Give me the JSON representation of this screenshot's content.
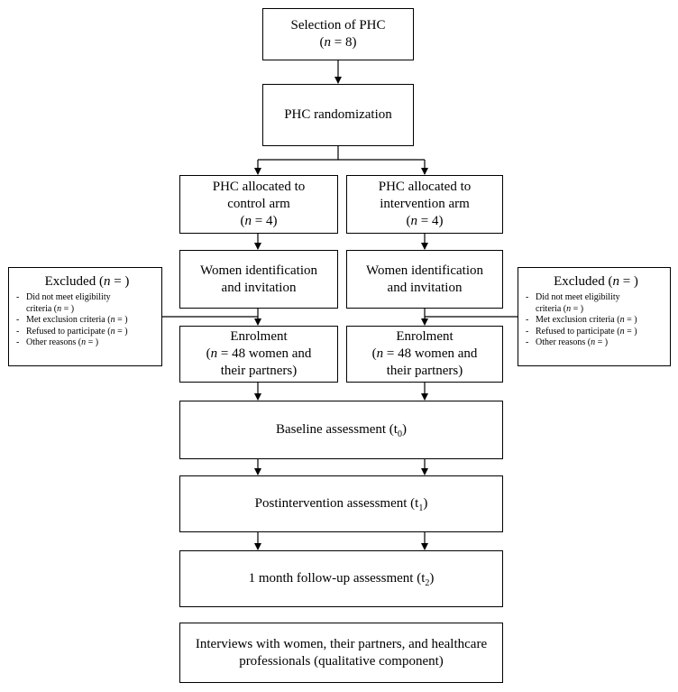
{
  "selection": {
    "title": "Selection of PHC",
    "n_label": "n",
    "n_value": " = 8"
  },
  "randomization": {
    "title": "PHC randomization"
  },
  "control_alloc": {
    "line1": "PHC allocated to",
    "line2": "control arm",
    "n_label": "n",
    "n_value": " = 4"
  },
  "intervention_alloc": {
    "line1": "PHC allocated to",
    "line2": "intervention arm",
    "n_label": "n",
    "n_value": " = 4"
  },
  "control_ident": {
    "line1": "Women identification",
    "line2": "and invitation"
  },
  "intervention_ident": {
    "line1": "Women identification",
    "line2": "and invitation"
  },
  "control_enrol": {
    "title": "Enrolment",
    "n_label": "n",
    "line2_rest": " = 48 women and",
    "line3": "their partners)"
  },
  "intervention_enrol": {
    "title": "Enrolment",
    "n_label": "n",
    "line2_rest": " = 48 women and",
    "line3": "their partners)"
  },
  "excluded_left": {
    "head_prefix": "Excluded (",
    "head_n": "n",
    "head_suffix": " = )",
    "items": [
      {
        "line1": "Did not meet eligibility",
        "line2_prefix": "criteria (",
        "n": "n",
        "suffix": " = )"
      },
      {
        "prefix": "Met exclusion criteria (",
        "n": "n",
        "suffix": " = )"
      },
      {
        "prefix": "Refused to participate (",
        "n": "n",
        "suffix": " = )"
      },
      {
        "prefix": "Other reasons (",
        "n": "n",
        "suffix": " = )"
      }
    ]
  },
  "excluded_right": {
    "head_prefix": "Excluded (",
    "head_n": "n",
    "head_suffix": " = )",
    "items": [
      {
        "line1": "Did not meet eligibility",
        "line2_prefix": "criteria (",
        "n": "n",
        "suffix": " = )"
      },
      {
        "prefix": "Met exclusion criteria (",
        "n": "n",
        "suffix": " = )"
      },
      {
        "prefix": "Refused to participate (",
        "n": "n",
        "suffix": " = )"
      },
      {
        "prefix": "Other reasons (",
        "n": "n",
        "suffix": " = )"
      }
    ]
  },
  "baseline": {
    "title": "Baseline assessment (t",
    "sub": "0",
    "close": ")"
  },
  "postintervention": {
    "title": "Postintervention assessment (t",
    "sub": "1",
    "close": ")"
  },
  "followup": {
    "title": "1 month follow-up assessment (t",
    "sub": "2",
    "close": ")"
  },
  "interviews": {
    "line1": "Interviews with women, their partners, and healthcare",
    "line2": "professionals (qualitative component)"
  }
}
